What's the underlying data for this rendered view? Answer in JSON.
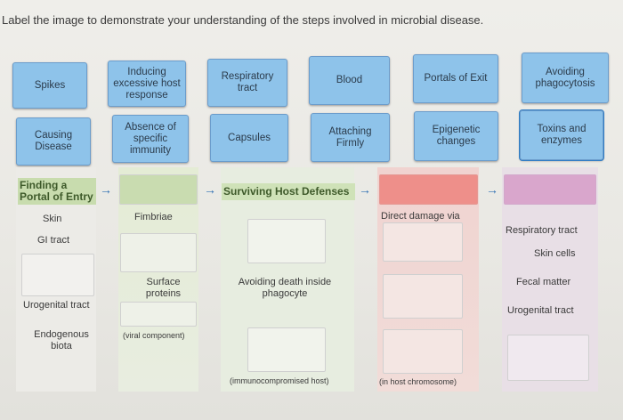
{
  "instruction": "Label the image to demonstrate your understanding of the steps involved in microbial disease.",
  "chips_row1": [
    "Spikes",
    "Inducing excessive host response",
    "Respiratory tract",
    "Blood",
    "Portals of Exit",
    "Avoiding phagocytosis"
  ],
  "chips_row2": [
    "Causing Disease",
    "Absence of specific immunity",
    "Capsules",
    "Attaching Firmly",
    "Epigenetic changes",
    "Toxins and enzymes"
  ],
  "col1": {
    "header": "Finding a Portal of Entry",
    "items": [
      "Skin",
      "GI tract",
      "Urogenital tract",
      "Endogenous biota"
    ]
  },
  "col2": {
    "items": [
      "Fimbriae",
      "Surface proteins",
      "(viral component)"
    ]
  },
  "col3": {
    "header": "Surviving Host Defenses",
    "items": [
      "Avoiding death inside phagocyte",
      "(immunocompromised host)"
    ]
  },
  "col4": {
    "items": [
      "Direct damage via",
      "(in host chromosome)"
    ]
  },
  "col5": {
    "items": [
      "Respiratory tract",
      "Skin cells",
      "Fecal matter",
      "Urogenital tract"
    ]
  },
  "colors": {
    "chip": "#8ec3ea",
    "chip_border": "#6b9ccb",
    "arrow": "#2e6fb3",
    "header_text": "#3e5a2a"
  }
}
